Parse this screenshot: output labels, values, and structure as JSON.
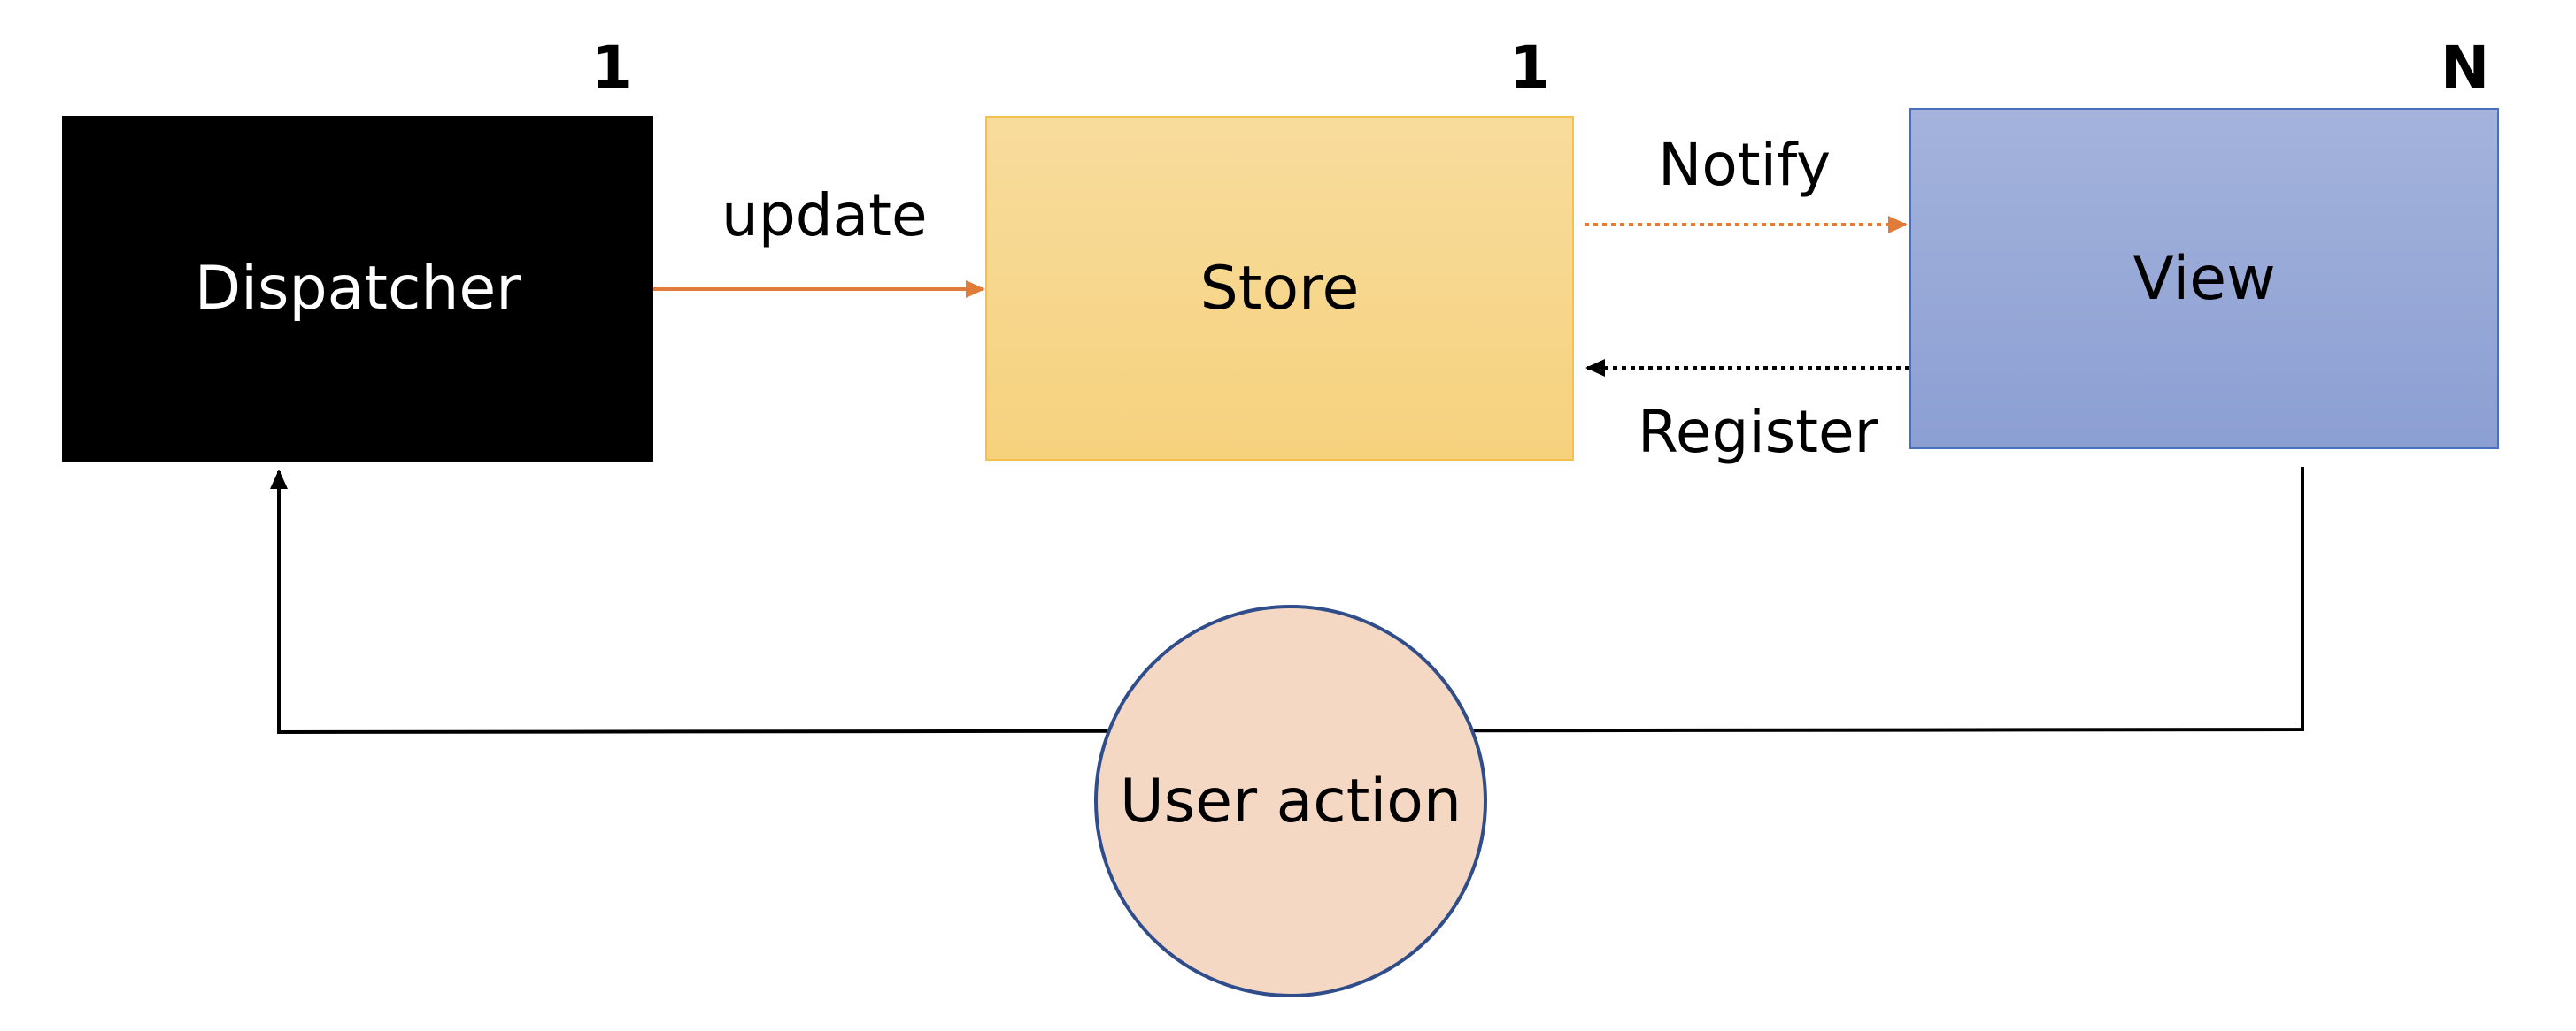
{
  "nodes": {
    "dispatcher": {
      "label": "Dispatcher",
      "multiplicity": "1"
    },
    "store": {
      "label": "Store",
      "multiplicity": "1"
    },
    "view": {
      "label": "View",
      "multiplicity": "N"
    },
    "user_action": {
      "label": "User action"
    }
  },
  "edges": {
    "update": {
      "label": "update",
      "from": "Dispatcher",
      "to": "Store",
      "style": "solid",
      "color": "#e07b39"
    },
    "notify": {
      "label": "Notify",
      "from": "Store",
      "to": "View",
      "style": "dotted",
      "color": "#e07b39"
    },
    "register": {
      "label": "Register",
      "from": "View",
      "to": "Store",
      "style": "dotted",
      "color": "#000000"
    },
    "user_action_flow": {
      "from": "View",
      "to": "Dispatcher",
      "style": "solid",
      "color": "#000000"
    }
  },
  "colors": {
    "dispatcher_fill": "#000000",
    "store_fill": "#f7d58a",
    "store_border": "#f2c14e",
    "view_fill": "#98a9d8",
    "view_border": "#4a6fc0",
    "circle_fill": "#f5d8c4",
    "circle_border": "#2f4d8a",
    "accent_orange": "#e07b39"
  }
}
